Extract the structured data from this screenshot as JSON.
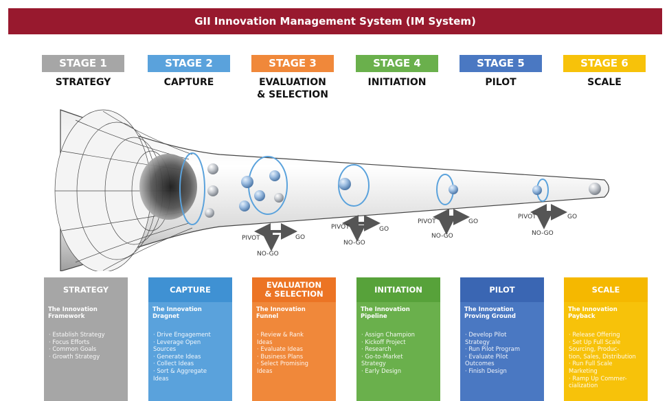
{
  "title": "GII Innovation Management System (IM System)",
  "stages": [
    {
      "badge": "STAGE 1",
      "name": "STRATEGY",
      "color": "#a6a6a6"
    },
    {
      "badge": "STAGE 2",
      "name": "CAPTURE",
      "color": "#5aa2dc"
    },
    {
      "badge": "STAGE 3",
      "name": "EVALUATION\n& SELECTION",
      "color": "#f0883a"
    },
    {
      "badge": "STAGE 4",
      "name": "INITIATION",
      "color": "#6ab04c"
    },
    {
      "badge": "STAGE 5",
      "name": "PILOT",
      "color": "#4a78c2"
    },
    {
      "badge": "STAGE 6",
      "name": "SCALE",
      "color": "#f7c20a"
    }
  ],
  "pivot": {
    "pivot": "PIVOT",
    "go": "GO",
    "nogo": "NO-GO"
  },
  "cards": [
    {
      "header": "STRATEGY",
      "header_color": "#a6a6a6",
      "body_color": "#a6a6a6",
      "subtitle": "The Innovation\nFramework",
      "items": [
        "Establish Strategy",
        "Focus Efforts",
        "Common Goals",
        "Growth Strategy"
      ]
    },
    {
      "header": "CAPTURE",
      "header_color": "#5aa2dc",
      "body_color": "#5aa2dc",
      "subtitle": "The Innovation\nDragnet",
      "items": [
        "Drive Engagement",
        "Leverage Open\nSources",
        "Generate Ideas",
        "Collect Ideas",
        "Sort & Aggregate\nIdeas"
      ]
    },
    {
      "header": "EVALUATION\n& SELECTION",
      "header_color": "#f0883a",
      "body_color": "#f0883a",
      "subtitle": "The Innovation\nFunnel",
      "items": [
        "Review & Rank\nIdeas",
        "Evaluate Ideas",
        "Business Plans",
        "Select Promising\nIdeas"
      ]
    },
    {
      "header": "INITIATION",
      "header_color": "#6ab04c",
      "body_color": "#6ab04c",
      "subtitle": "The Innovation\nPipeline",
      "items": [
        "Assign Champion",
        "Kickoff Project",
        "Research",
        "Go-to-Market\nStrategy",
        "Early Design"
      ]
    },
    {
      "header": "PILOT",
      "header_color": "#4a78c2",
      "body_color": "#4a78c2",
      "subtitle": "The Innovation\nProving Ground",
      "items": [
        "Develop Pilot\nStrategy",
        "Run Pilot Program",
        "Evaluate Pilot\nOutcomes",
        "Finish Design"
      ]
    },
    {
      "header": "SCALE",
      "header_color": "#f7c20a",
      "body_color": "#f7c20a",
      "subtitle": "The Innovation\nPayback",
      "items": [
        "Release Offering",
        "Set Up Full Scale\nSourcing, Produc-\ntion, Sales, Distribution",
        "Run Full Scale\nMarketing",
        "Ramp Up Commer-\ncialization"
      ]
    }
  ]
}
